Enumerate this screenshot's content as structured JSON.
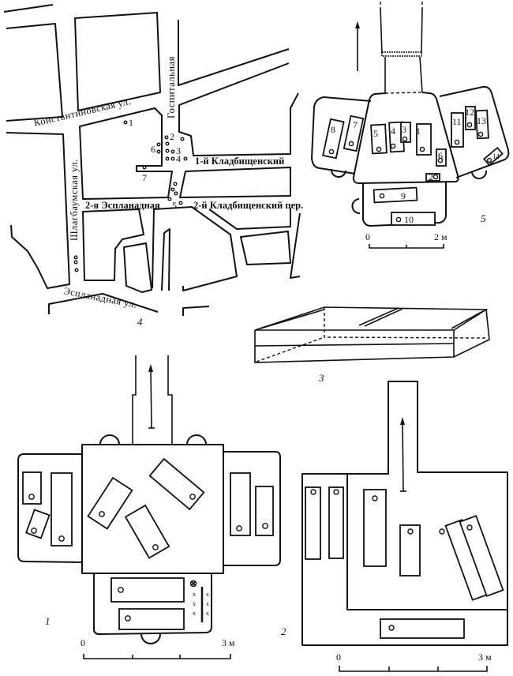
{
  "map": {
    "figure_label": "4",
    "streets": {
      "konstantinovskaya": "Константиновская ул.",
      "gospitalnaya": "Госпитальная",
      "shlagbaumskaya": "Шлагбаумская ул.",
      "kladb1": "1-й Кладбищенский",
      "esplanad2": "2-я Эспланадная",
      "kladb2": "2-й Кладбищенский пер.",
      "esplanadnaya": "Эспланадная ул."
    },
    "points": [
      "1",
      "2",
      "3",
      "4",
      "5",
      "6",
      "7"
    ]
  },
  "plan1": {
    "figure_label": "1",
    "scale": {
      "start": "0",
      "end": "3 м"
    }
  },
  "plan2": {
    "figure_label": "2",
    "scale": {
      "start": "0",
      "end": "3 м"
    }
  },
  "box3": {
    "figure_label": "3"
  },
  "plan5": {
    "figure_label": "5",
    "scale": {
      "start": "0",
      "end": "2 м"
    },
    "graves": [
      "1",
      "2",
      "3",
      "4",
      "5",
      "6",
      "7",
      "8",
      "9",
      "10",
      "11",
      "12",
      "13",
      "14"
    ]
  }
}
